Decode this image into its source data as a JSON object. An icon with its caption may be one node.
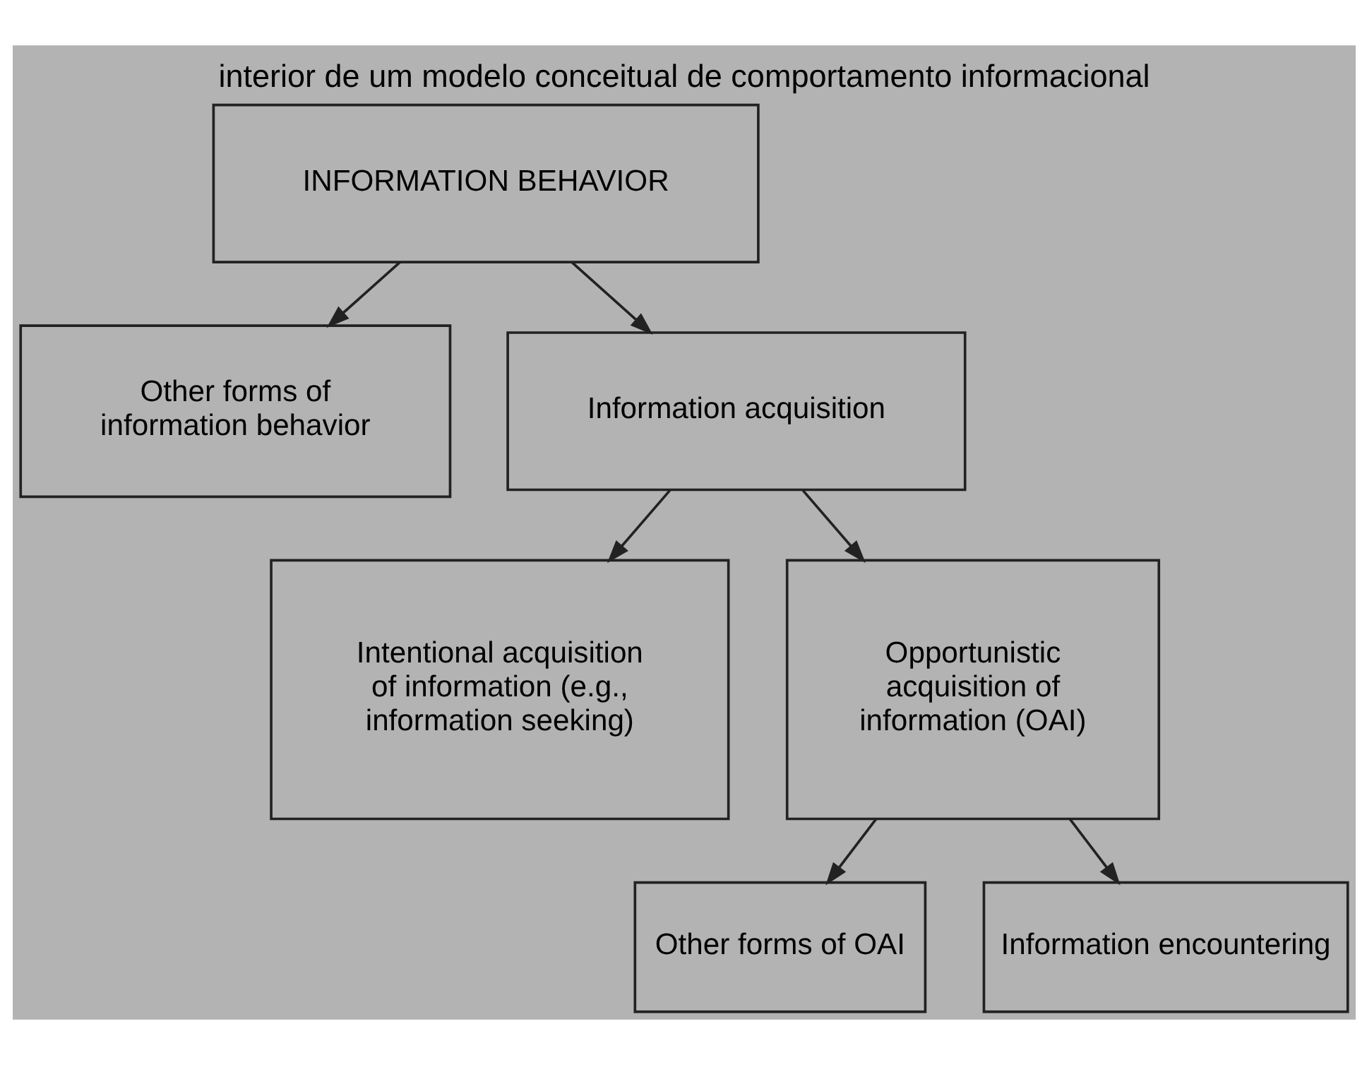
{
  "diagram": {
    "title": "interior de um modelo conceitual de comportamento informacional",
    "nodes": [
      {
        "text": [
          "INFORMATION BEHAVIOR"
        ]
      },
      {
        "text": [
          "Other forms of information behavior"
        ]
      },
      {
        "text": [
          "Information acquisition"
        ]
      },
      {
        "text": [
          "Intentional acquisition of information (e.g., information seeking)"
        ]
      },
      {
        "text": [
          "Opportunistic acquisition of information (OAI)"
        ]
      },
      {
        "text": [
          "Other forms of OAI"
        ]
      },
      {
        "text": [
          "Information encountering"
        ]
      }
    ],
    "edges": [
      {
        "from": 0,
        "to": 1,
        "arrow": "to"
      },
      {
        "from": 0,
        "to": 2,
        "arrow": "to"
      },
      {
        "from": 2,
        "to": 3,
        "arrow": "to"
      },
      {
        "from": 2,
        "to": 4,
        "arrow": "to"
      },
      {
        "from": 4,
        "to": 5,
        "arrow": "to"
      },
      {
        "from": 4,
        "to": 6,
        "arrow": "to"
      }
    ]
  }
}
